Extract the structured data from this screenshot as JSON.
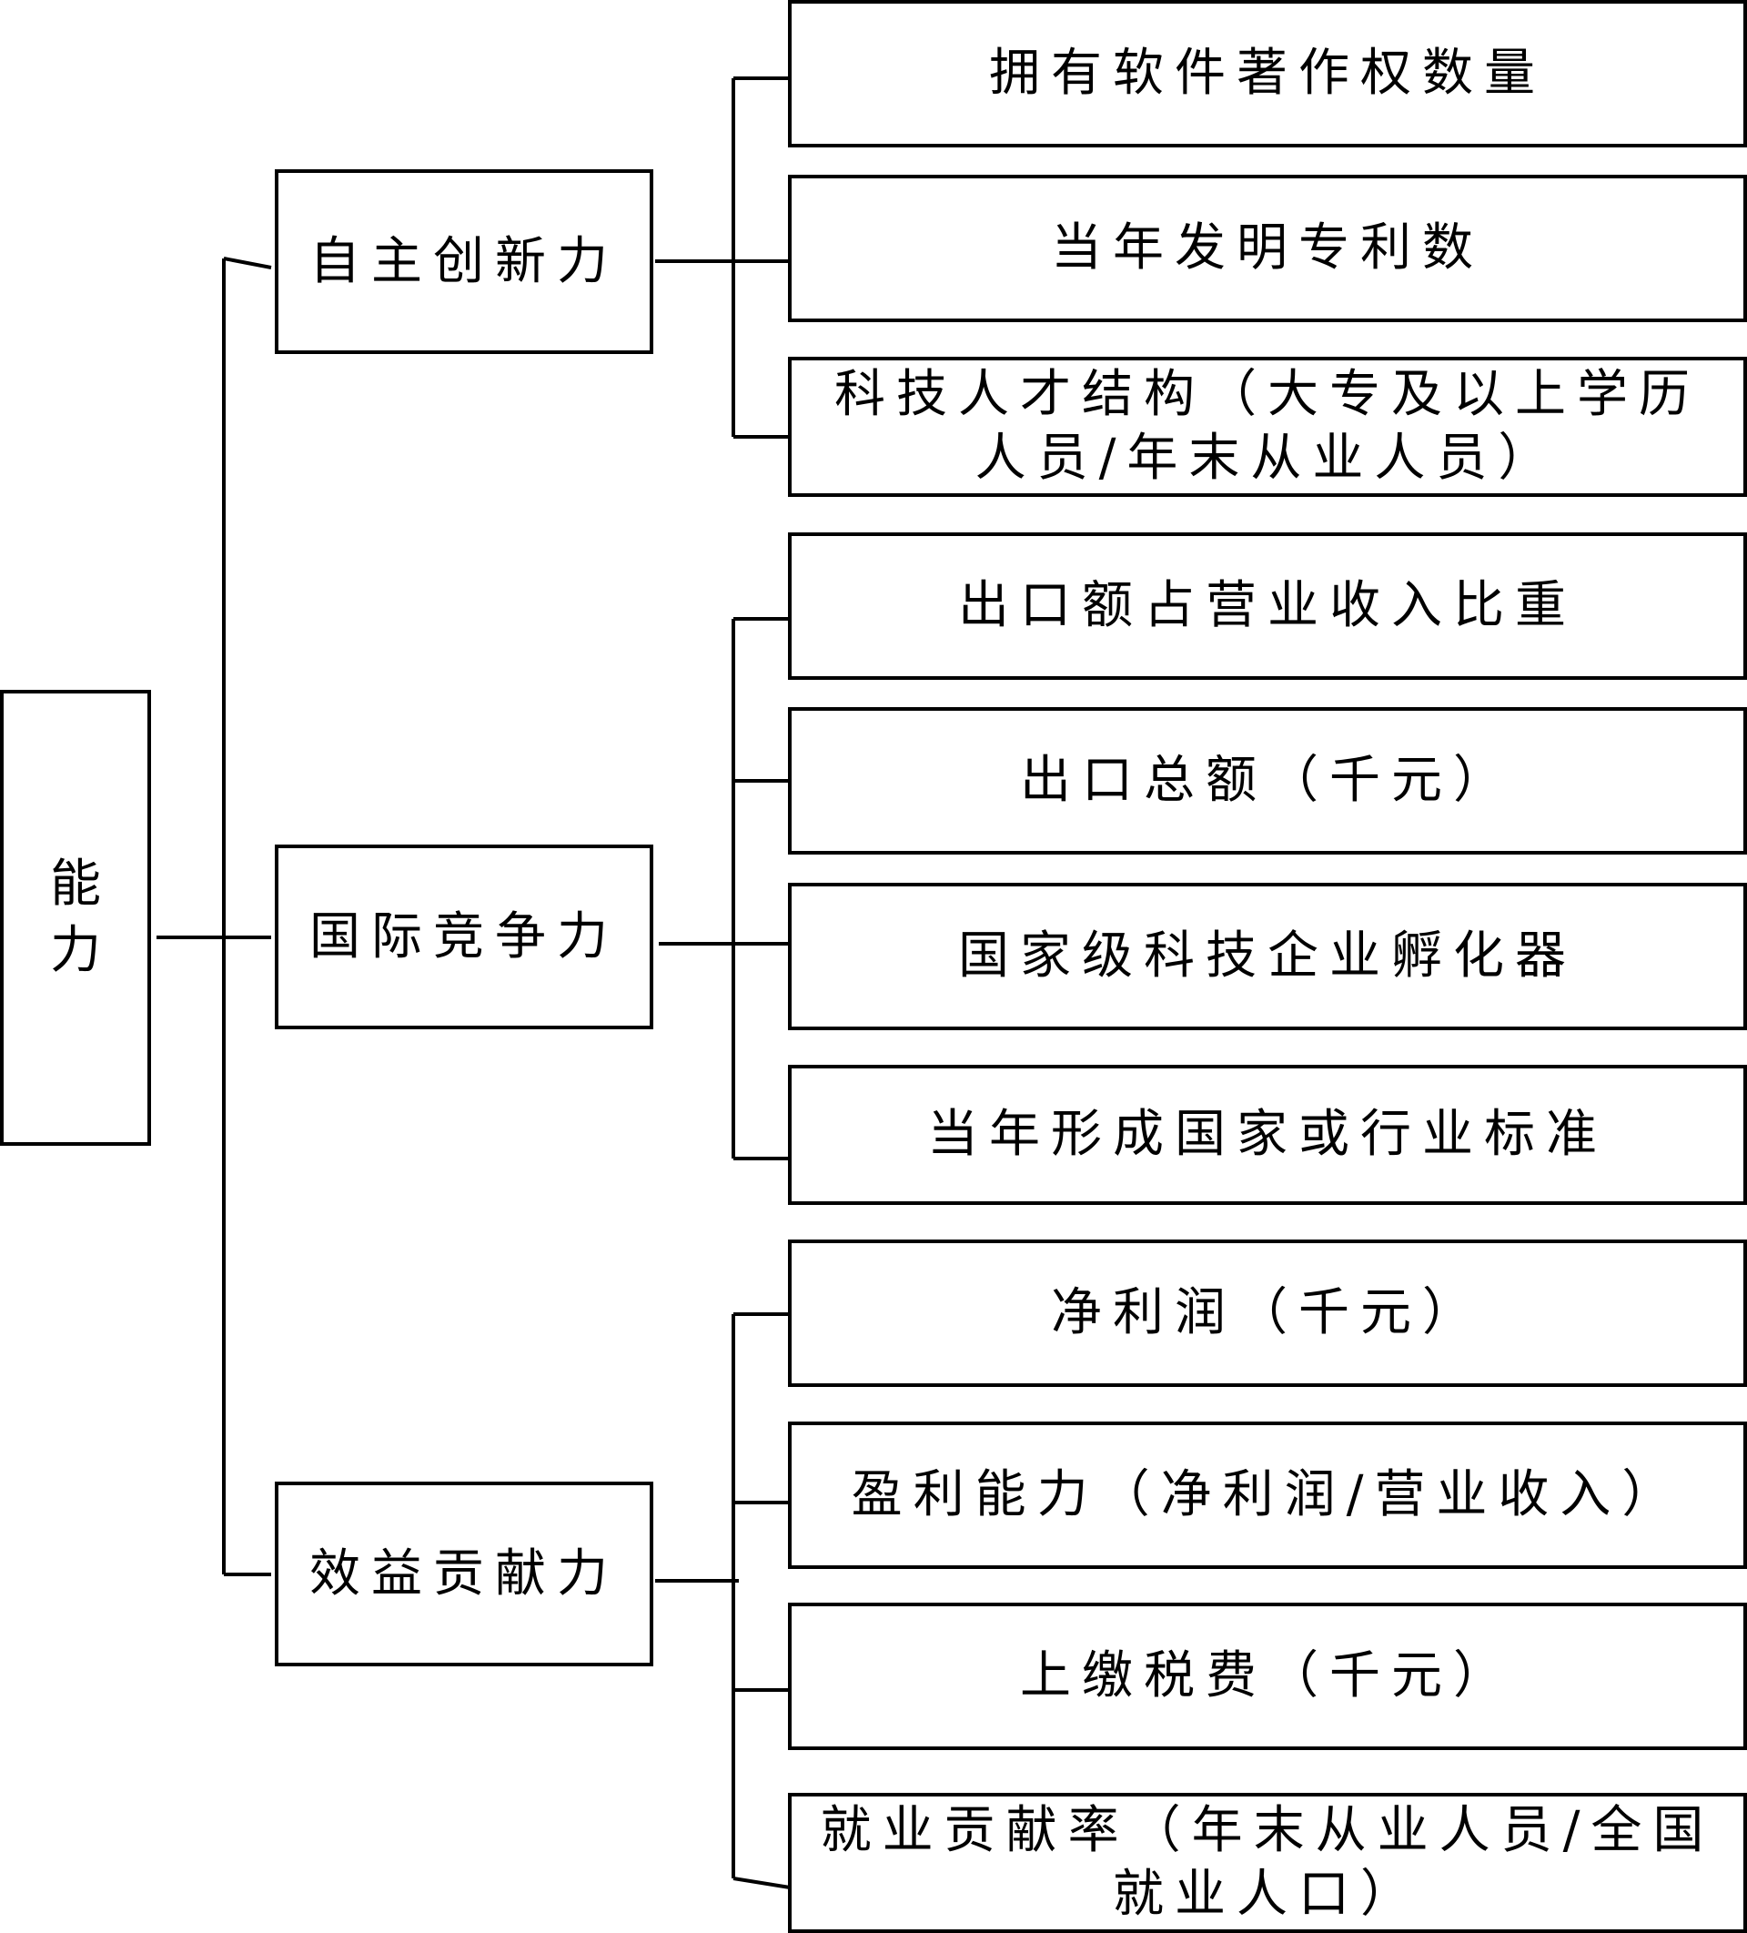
{
  "root": {
    "label": "能力"
  },
  "categories": [
    {
      "label": "自主创新力",
      "indicators": [
        "拥有软件著作权数量",
        "当年发明专利数",
        "科技人才结构（大专及以上学历人员/年末从业人员）"
      ]
    },
    {
      "label": "国际竞争力",
      "indicators": [
        "出口额占营业收入比重",
        "出口总额（千元）",
        "国家级科技企业孵化器",
        "当年形成国家或行业标准"
      ]
    },
    {
      "label": "效益贡献力",
      "indicators": [
        "净利润（千元）",
        "盈利能力（净利润/营业收入）",
        "上缴税费（千元）",
        "就业贡献率（年末从业人员/全国就业人口）"
      ]
    }
  ]
}
